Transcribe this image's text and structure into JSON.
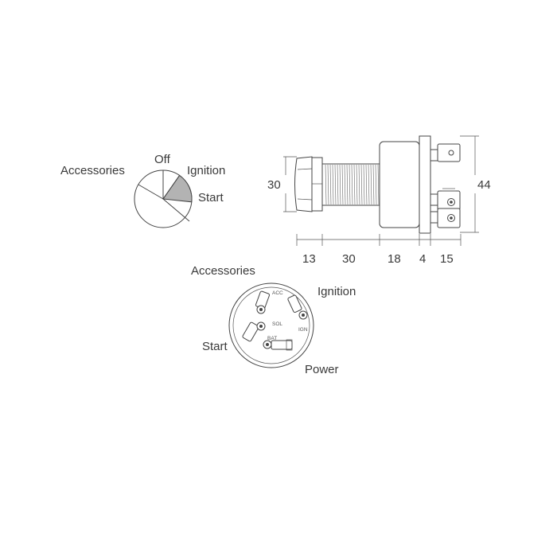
{
  "position_chart": {
    "labels": {
      "accessories": "Accessories",
      "off": "Off",
      "ignition": "Ignition",
      "start": "Start"
    },
    "colors": {
      "start_sector": "#b3b3b3"
    }
  },
  "side_view": {
    "dims": {
      "height_30": "30",
      "height_44": "44",
      "d13": "13",
      "d30": "30",
      "d18": "18",
      "d4": "4",
      "d15": "15"
    }
  },
  "rear_view": {
    "labels": {
      "accessories": "Accessories",
      "ignition": "Ignition",
      "start": "Start",
      "power": "Power"
    },
    "terminals": {
      "acc": "ACC",
      "sol": "SOL",
      "ign": "IGN",
      "bat": "BAT"
    }
  }
}
